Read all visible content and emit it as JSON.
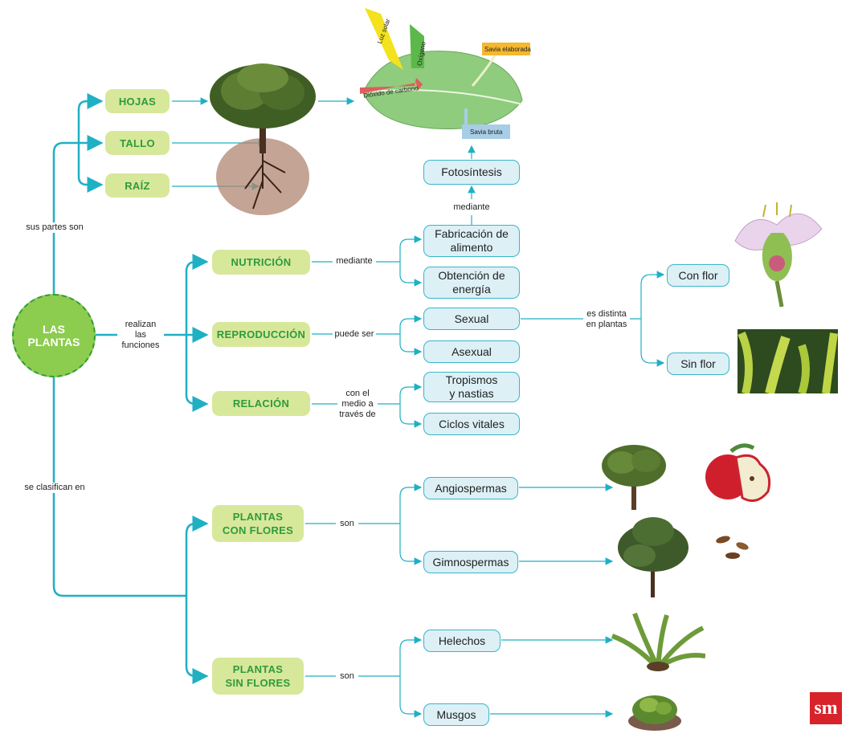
{
  "center": {
    "label": "LAS\nPLANTAS"
  },
  "connectors": {
    "parts": "sus partes son",
    "functions": "realizan\nlas\nfunciones",
    "classified": "se clasifican en",
    "nutrition": "mediante",
    "photosynthesis": "mediante",
    "reproduction": "puede ser",
    "relation": "con el\nmedio a\ntravés de",
    "flowers_distinct": "es distinta\nen plantas",
    "with_flowers": "son",
    "without_flowers": "son"
  },
  "parts": [
    "HOJAS",
    "TALLO",
    "RAÍZ"
  ],
  "functions": [
    "NUTRICIÓN",
    "REPRODUCCIÓN",
    "RELACIÓN"
  ],
  "classes": [
    "PLANTAS\nCON FLORES",
    "PLANTAS\nSIN FLORES"
  ],
  "nutrition": [
    "Fabricación de\nalimento",
    "Obtención de\nenergía"
  ],
  "photosynthesis": "Fotosíntesis",
  "reproduction": [
    "Sexual",
    "Asexual"
  ],
  "relation": [
    "Tropismos\ny nastias",
    "Ciclos vitales"
  ],
  "flower_types": [
    "Con flor",
    "Sin flor"
  ],
  "with_flowers": [
    "Angiospermas",
    "Gimnospermas"
  ],
  "without_flowers": [
    "Helechos",
    "Musgos"
  ],
  "leaf_labels": {
    "light": "Luz solar",
    "oxygen": "Oxígeno",
    "co2": "Dióxido de carbono",
    "elaborated": "Savia elaborada",
    "raw": "Savia bruta"
  },
  "logo": "sm",
  "colors": {
    "line": "#1fb0c4",
    "green_box": "#d7e89b",
    "green_text": "#2f9a3c",
    "blue_box": "#ddf0f6",
    "logo": "#d8232a"
  }
}
